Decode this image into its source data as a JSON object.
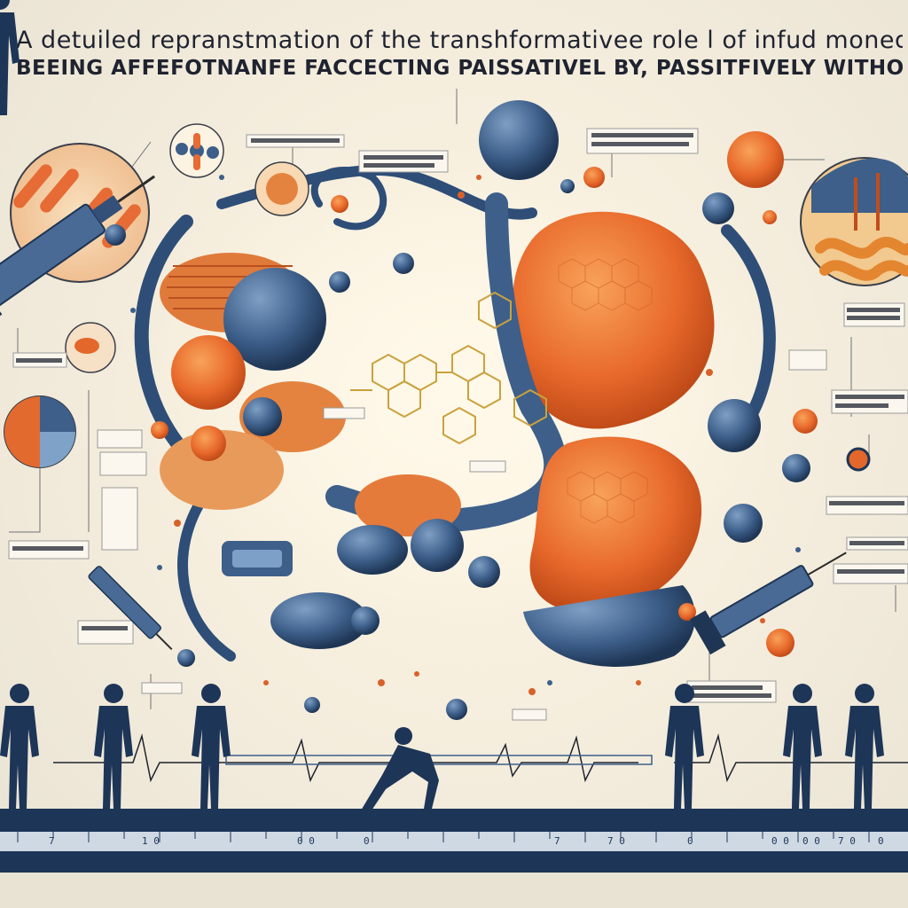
{
  "title": {
    "line1": "A detuiled repranstmation of  the transhformativee role l of infud monedern medicicn",
    "line2": "BEEING AFFEFOTNANFE FACCECTING PAISSATIVEL BY,  PASSITFIVELY WITHOUT IINCLUDING HUMAN"
  },
  "ruler": {
    "labels": [
      "7",
      "1 0",
      "0 0",
      "0",
      "7",
      "7 0",
      "0",
      "0 0",
      "0 0",
      "7 0",
      "0"
    ]
  },
  "palette": {
    "background": "#efe9dc",
    "organ_orange": "#e8692b",
    "organ_blue": "#3d5f8a",
    "ruler_navy": "#1d3557",
    "ink": "#1f2330"
  },
  "icons": [
    "syringe-icon",
    "stomach-icon",
    "molecule-icon",
    "human-silhouette-icon",
    "ecg-line-icon",
    "sphere-icon",
    "intestine-icon"
  ]
}
